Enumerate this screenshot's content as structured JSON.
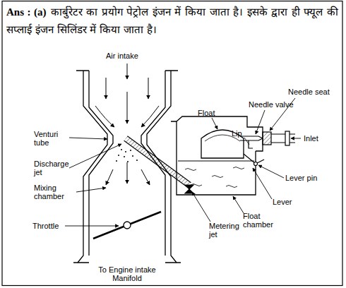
{
  "diagram": {
    "labels": [
      "Ans : (a)",
      "कार्बुरेटर का प्रयोग पेट्रोल इंजन में किया जाता है। इसके द्वारा ही फ्यूल की सप्लाई इंजन सिलिंडर में किया जाता है।",
      "Air intake",
      "Venturi tube",
      "Discharge jet",
      "Mixing chamber",
      "Throttle",
      "To Engine intake Manifold",
      "Float",
      "Needle valve",
      "Needle seat",
      "Lip",
      "Inlet",
      "Lever pin",
      "Lever",
      "Float chamber",
      "Metering jet"
    ]
  }
}
